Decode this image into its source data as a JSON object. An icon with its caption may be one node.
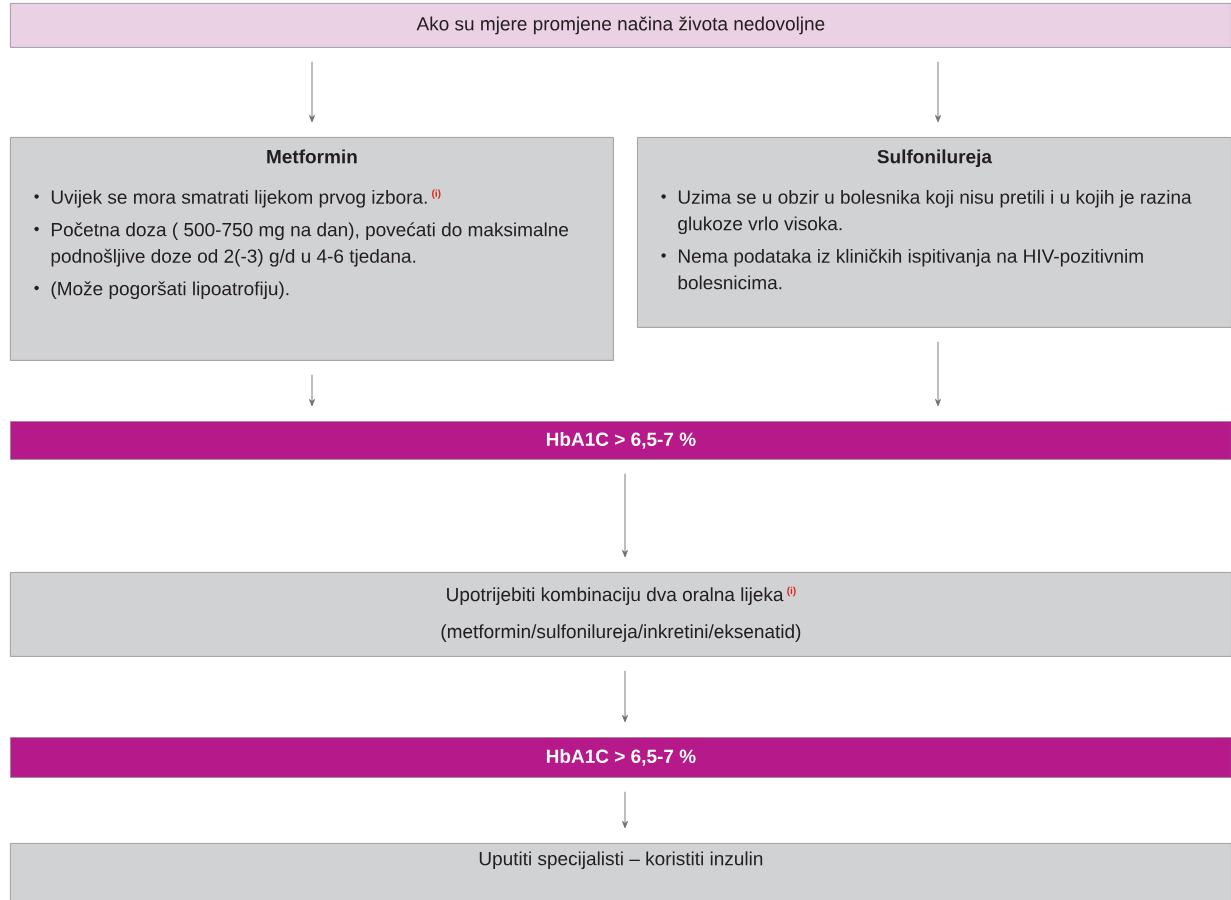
{
  "diagram": {
    "nodes": [
      {
        "text": [
          "Ako su mjere promjene načina života nedovoljne"
        ]
      },
      {
        "text": [
          "Metformin",
          "Uvijek se mora smatrati lijekom prvog izbora.",
          "(i)",
          "Početna doza ( 500-750 mg na dan), povećati do maksimalne podnošljive doze od 2(-3) g/d u 4-6 tjedana.",
          "(Može pogoršati lipoatrofiju)."
        ]
      },
      {
        "text": [
          "Sulfonilureja",
          "Uzima se u obzir u bolesnika koji nisu pretili i u kojih je razina glukoze vrlo visoka.",
          "Nema podataka iz kliničkih ispitivanja na HIV-pozitivnim bolesnicima."
        ]
      },
      {
        "text": [
          "HbA1C > 6,5-7 %"
        ]
      },
      {
        "text": [
          "Upotrijebiti kombinaciju dva oralna lijeka",
          "(i)",
          "(metformin/sulfonilureja/inkretini/eksenatid)"
        ]
      },
      {
        "text": [
          "HbA1C > 6,5-7 %"
        ]
      },
      {
        "text": [
          "Uputiti specijalisti – koristiti inzulin"
        ]
      }
    ],
    "edges": [
      {
        "from": 0,
        "to": 1,
        "arrow": "to"
      },
      {
        "from": 0,
        "to": 2,
        "arrow": "to"
      },
      {
        "from": 1,
        "to": 3,
        "arrow": "to"
      },
      {
        "from": 2,
        "to": 3,
        "arrow": "to"
      },
      {
        "from": 3,
        "to": 4,
        "arrow": "to"
      },
      {
        "from": 4,
        "to": 5,
        "arrow": "to"
      },
      {
        "from": 5,
        "to": 6,
        "arrow": "to"
      }
    ]
  }
}
